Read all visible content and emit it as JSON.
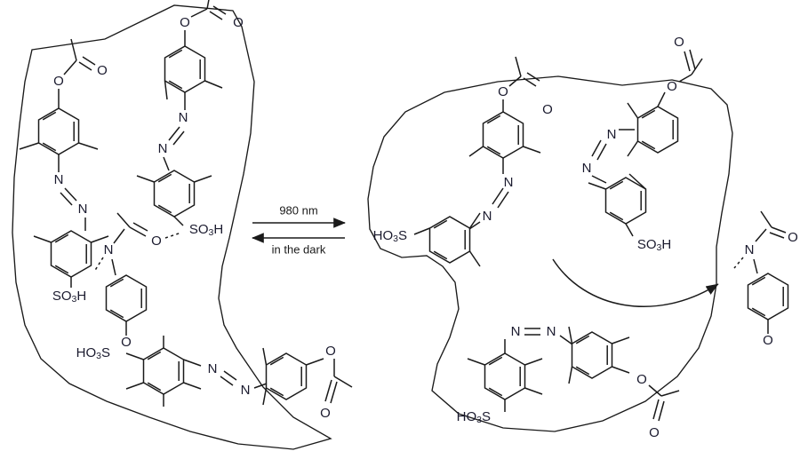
{
  "figure": {
    "type": "chemical-reaction-scheme",
    "description": "Photoswitchable azobenzene macrocycle host releasing paracetamol guest",
    "background": "#ffffff",
    "line_color": "#1a1a1a",
    "label_color": "#1a1a2e"
  },
  "reaction": {
    "forward_label": "980 nm",
    "reverse_label": "in the dark",
    "arrow_direction_forward": "right",
    "arrow_direction_reverse": "left"
  },
  "atom_labels": {
    "nitrogen": "N",
    "oxygen": "O",
    "sulfonic_right": "SO",
    "sulfonic_left": "HO",
    "sulfonic_left_tail": "S",
    "sulfonic_sub": "3",
    "sulfonic_h": "H"
  },
  "left_host": {
    "name": "closed-macrocycle-trans",
    "units": [
      {
        "id": "unit-a",
        "label_acetate_o": "O",
        "label_carbonyl_o": "O",
        "label_n1": "N",
        "label_n2": "N",
        "label_sulfonate": "SO3H"
      },
      {
        "id": "unit-b",
        "label_acetate_o": "O",
        "label_carbonyl_o": "O",
        "label_n1": "N",
        "label_n2": "N",
        "label_sulfonate": "SO3H"
      },
      {
        "id": "unit-c",
        "label_acetate_o": "O",
        "label_carbonyl_o": "O",
        "label_n1": "N",
        "label_n2": "N",
        "label_sulfonate": "HO3S"
      }
    ]
  },
  "guest_bound": {
    "name": "paracetamol-bound",
    "label_n": "N",
    "label_carbonyl_o": "O",
    "label_phenol_o": "O",
    "hbond_style": "dashed"
  },
  "right_host": {
    "name": "open-macrocycle-cis",
    "units": [
      {
        "id": "unit-d",
        "label_acetate_o": "O",
        "label_carbonyl_o": "O",
        "label_n1": "N",
        "label_n2": "N",
        "label_sulfonate": "HO3S"
      },
      {
        "id": "unit-e",
        "label_acetate_o": "O",
        "label_carbonyl_o": "O",
        "label_n1": "N",
        "label_n2": "N",
        "label_sulfonate": "SO3H"
      },
      {
        "id": "unit-f",
        "label_acetate_o": "O",
        "label_carbonyl_o": "O",
        "label_n1": "N",
        "label_n2": "N",
        "label_sulfonate": "HO3S"
      }
    ]
  },
  "guest_released": {
    "name": "paracetamol-released",
    "label_n": "N",
    "label_carbonyl_o": "O",
    "label_phenol_o": "O",
    "release_arrow": "curved-arrow-right"
  }
}
